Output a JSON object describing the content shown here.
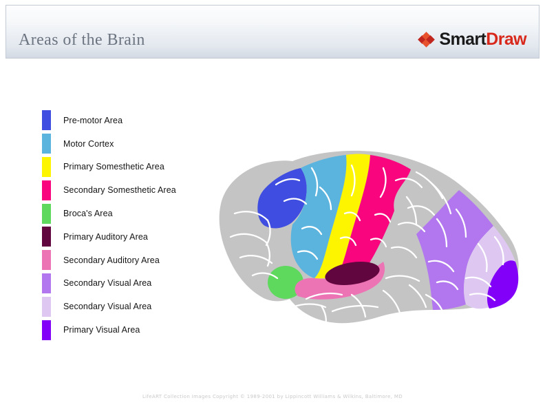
{
  "header": {
    "title": "Areas of the Brain",
    "brand": {
      "icon": "smartdraw-diamond-icon",
      "name_part1": "Smart",
      "name_part2": "Draw",
      "color_dark": "#c0261d",
      "color_light": "#e8512e",
      "text_color_smart": "#1a1a1a",
      "text_color_draw": "#d8281c"
    }
  },
  "legend": {
    "items": [
      {
        "label": "Pre-motor Area",
        "color": "#3f4ee0"
      },
      {
        "label": "Motor Cortex",
        "color": "#5bb4de"
      },
      {
        "label": "Primary Somesthetic Area",
        "color": "#fdf500"
      },
      {
        "label": "Secondary Somesthetic Area",
        "color": "#f9067f"
      },
      {
        "label": "Broca's Area",
        "color": "#5ed95e"
      },
      {
        "label": "Primary Auditory Area",
        "color": "#62063f"
      },
      {
        "label": "Secondary Auditory Area",
        "color": "#ed74b4"
      },
      {
        "label": "Secondary Visual Area",
        "color": "#b277ef"
      },
      {
        "label": "Secondary Visual Area",
        "color": "#dec8f2"
      },
      {
        "label": "Primary Visual Area",
        "color": "#8200f7"
      }
    ]
  },
  "figure": {
    "name": "lateral-brain-diagram",
    "base_color": "#c4c4c4",
    "sulci_color": "#ffffff",
    "regions": [
      {
        "name": "pre-motor-area",
        "color": "#3f4ee0"
      },
      {
        "name": "motor-cortex",
        "color": "#5bb4de"
      },
      {
        "name": "primary-somesthetic-area",
        "color": "#fdf500"
      },
      {
        "name": "secondary-somesthetic-area",
        "color": "#f9067f"
      },
      {
        "name": "brocas-area",
        "color": "#5ed95e"
      },
      {
        "name": "primary-auditory-area",
        "color": "#62063f"
      },
      {
        "name": "secondary-auditory-area",
        "color": "#ed74b4"
      },
      {
        "name": "secondary-visual-area-dark",
        "color": "#b277ef"
      },
      {
        "name": "secondary-visual-area-light",
        "color": "#dec8f2"
      },
      {
        "name": "primary-visual-area",
        "color": "#8200f7"
      }
    ]
  },
  "footer": {
    "credit": "LifeART Collection Images Copyright © 1989-2001 by Lippincott Williams & Wilkins, Baltimore, MD"
  }
}
